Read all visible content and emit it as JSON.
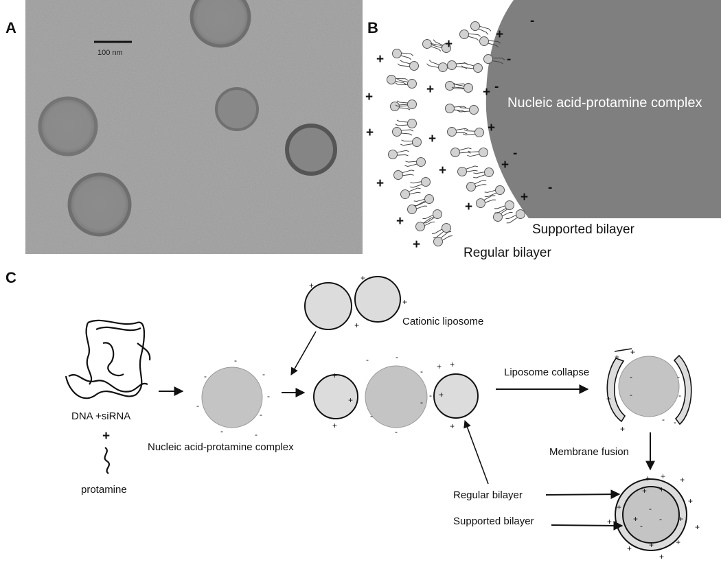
{
  "panels": {
    "a": {
      "label": "A",
      "scale_bar": "100 nm"
    },
    "b": {
      "label": "B",
      "complex_label": "Nucleic acid-protamine complex",
      "supported_bilayer": "Supported bilayer",
      "regular_bilayer": "Regular bilayer",
      "plus": "+",
      "minus": "-"
    },
    "c": {
      "label": "C",
      "cationic_liposome": "Cationic liposome",
      "dna_sirna": "DNA +siRNA",
      "plus_join": "+",
      "protamine": "protamine",
      "complex_label": "Nucleic acid-protamine complex",
      "liposome_collapse": "Liposome collapse",
      "membrane_fusion": "Membrane fusion",
      "regular_bilayer": "Regular bilayer",
      "supported_bilayer": "Supported bilayer",
      "plus": "+",
      "minus": "-"
    }
  },
  "colors": {
    "complex_fill": "#7f7f7f",
    "complex_c_fill": "#c4c4c4",
    "liposome_fill": "#dcdcdc",
    "micrograph_bg": "#a9a9a9"
  }
}
